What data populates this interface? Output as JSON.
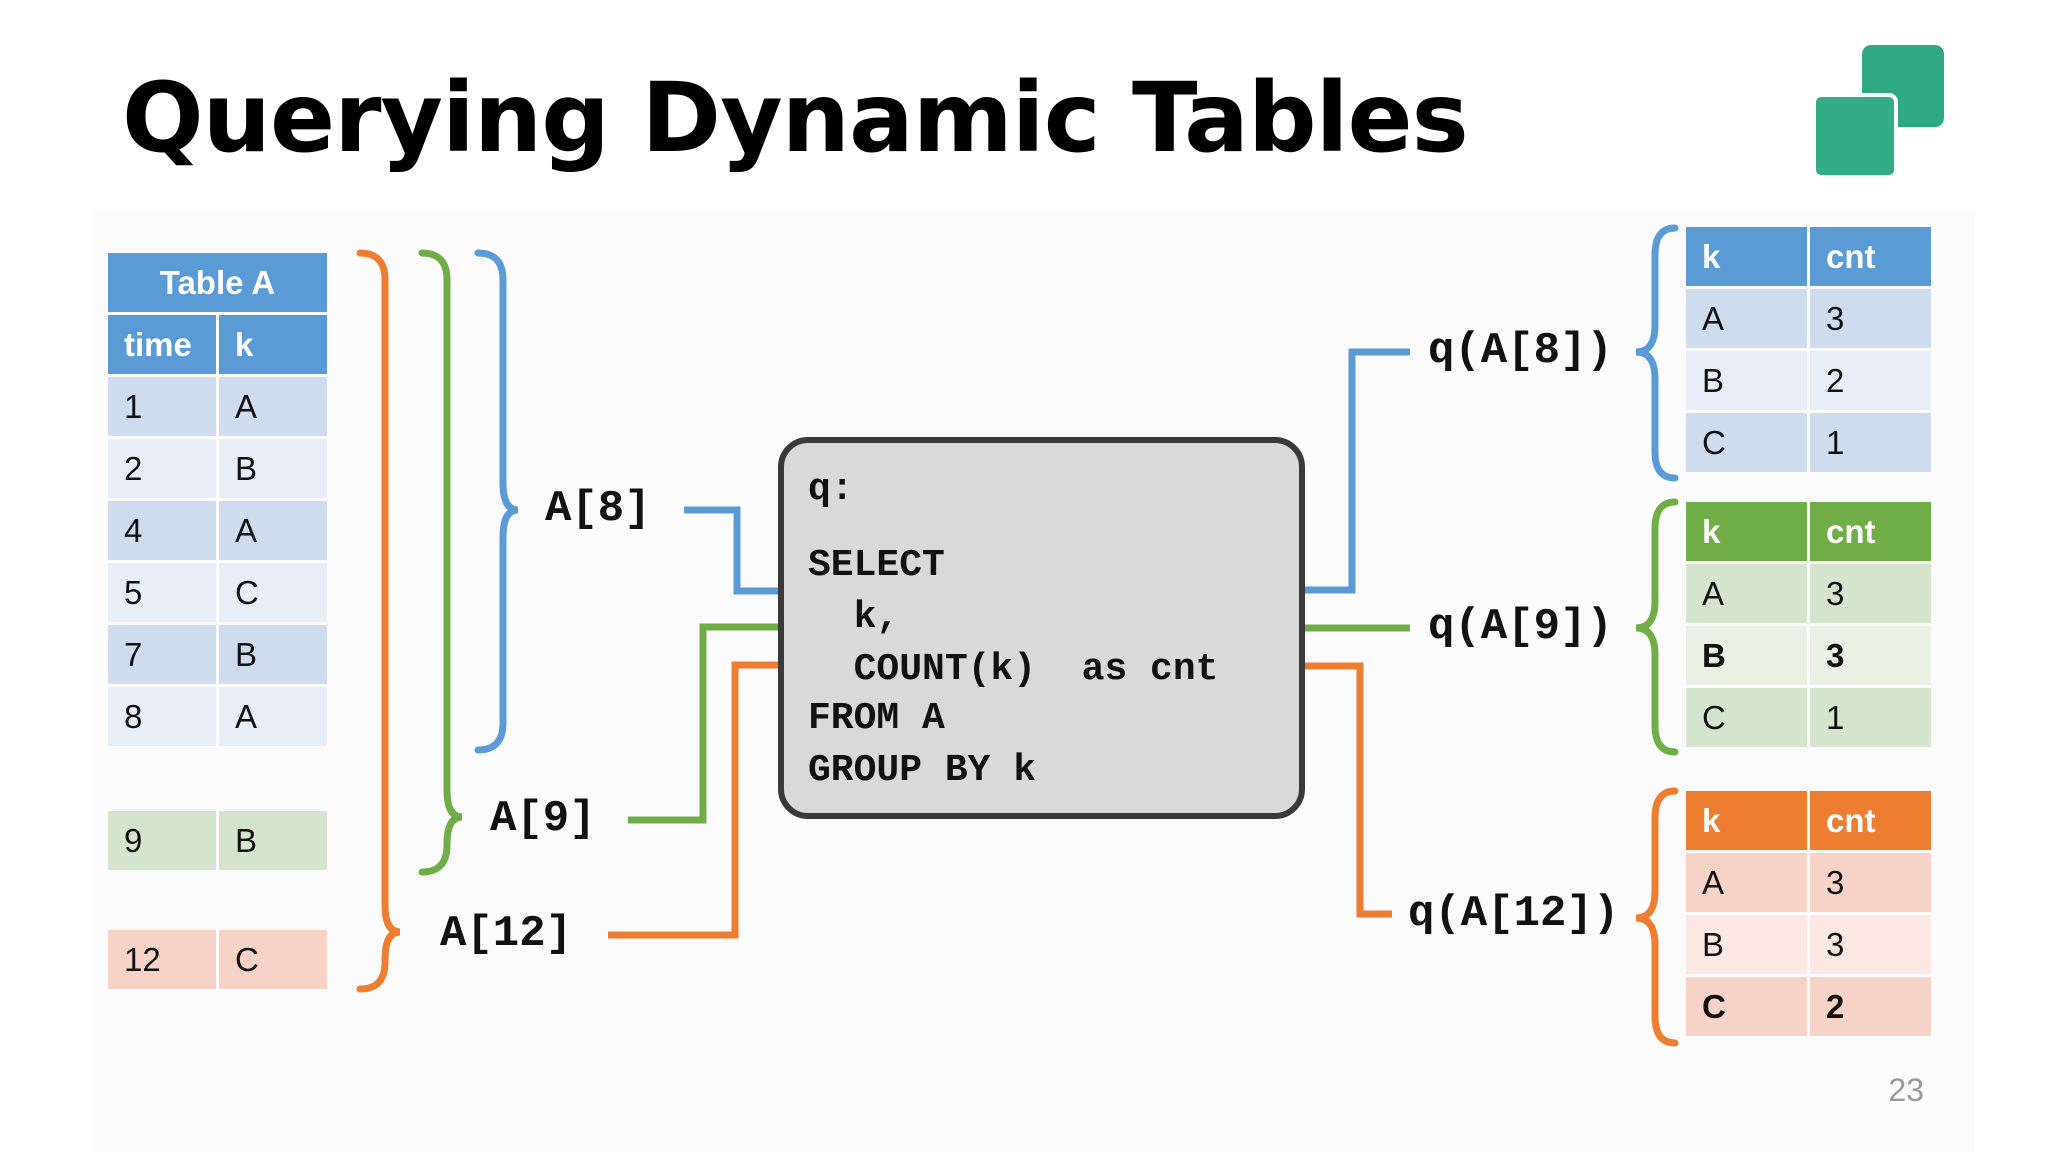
{
  "title": "Querying Dynamic Tables",
  "page_number": "23",
  "colors": {
    "blue": "#5b9bd5",
    "green": "#70ad47",
    "orange": "#ed7d31",
    "logo": "#2fa983"
  },
  "table_a": {
    "caption": "Table A",
    "headers": [
      "time",
      "k"
    ],
    "rows": [
      [
        "1",
        "A"
      ],
      [
        "2",
        "B"
      ],
      [
        "4",
        "A"
      ],
      [
        "5",
        "C"
      ],
      [
        "7",
        "B"
      ],
      [
        "8",
        "A"
      ]
    ],
    "row_9": [
      "9",
      "B"
    ],
    "row_12": [
      "12",
      "C"
    ]
  },
  "labels": {
    "a8": "A[8]",
    "a9": "A[9]",
    "a12": "A[12]"
  },
  "query": {
    "name": "q:",
    "lines": [
      "SELECT",
      "  k,",
      "  COUNT(k)  as cnt",
      "FROM A",
      "GROUP BY k"
    ]
  },
  "results": [
    {
      "label": "q(A[8])",
      "headers": [
        "k",
        "cnt"
      ],
      "rows": [
        [
          "A",
          "3"
        ],
        [
          "B",
          "2"
        ],
        [
          "C",
          "1"
        ]
      ]
    },
    {
      "label": "q(A[9])",
      "headers": [
        "k",
        "cnt"
      ],
      "rows": [
        [
          "A",
          "3"
        ],
        [
          "B",
          "3"
        ],
        [
          "C",
          "1"
        ]
      ]
    },
    {
      "label": "q(A[12])",
      "headers": [
        "k",
        "cnt"
      ],
      "rows": [
        [
          "A",
          "3"
        ],
        [
          "B",
          "3"
        ],
        [
          "C",
          "2"
        ]
      ]
    }
  ]
}
